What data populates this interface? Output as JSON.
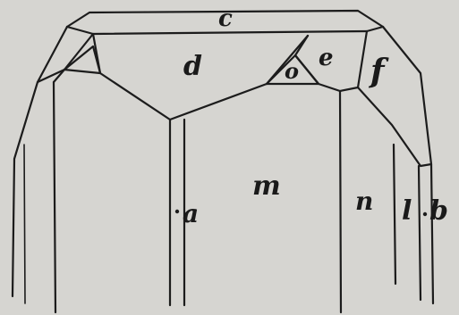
{
  "figure": {
    "face_labels": {
      "c": "c",
      "d": "d",
      "o": "o",
      "e": "e",
      "f": "f",
      "m": "m",
      "a": "a",
      "n": "n",
      "l": "l",
      "b": "b"
    }
  }
}
